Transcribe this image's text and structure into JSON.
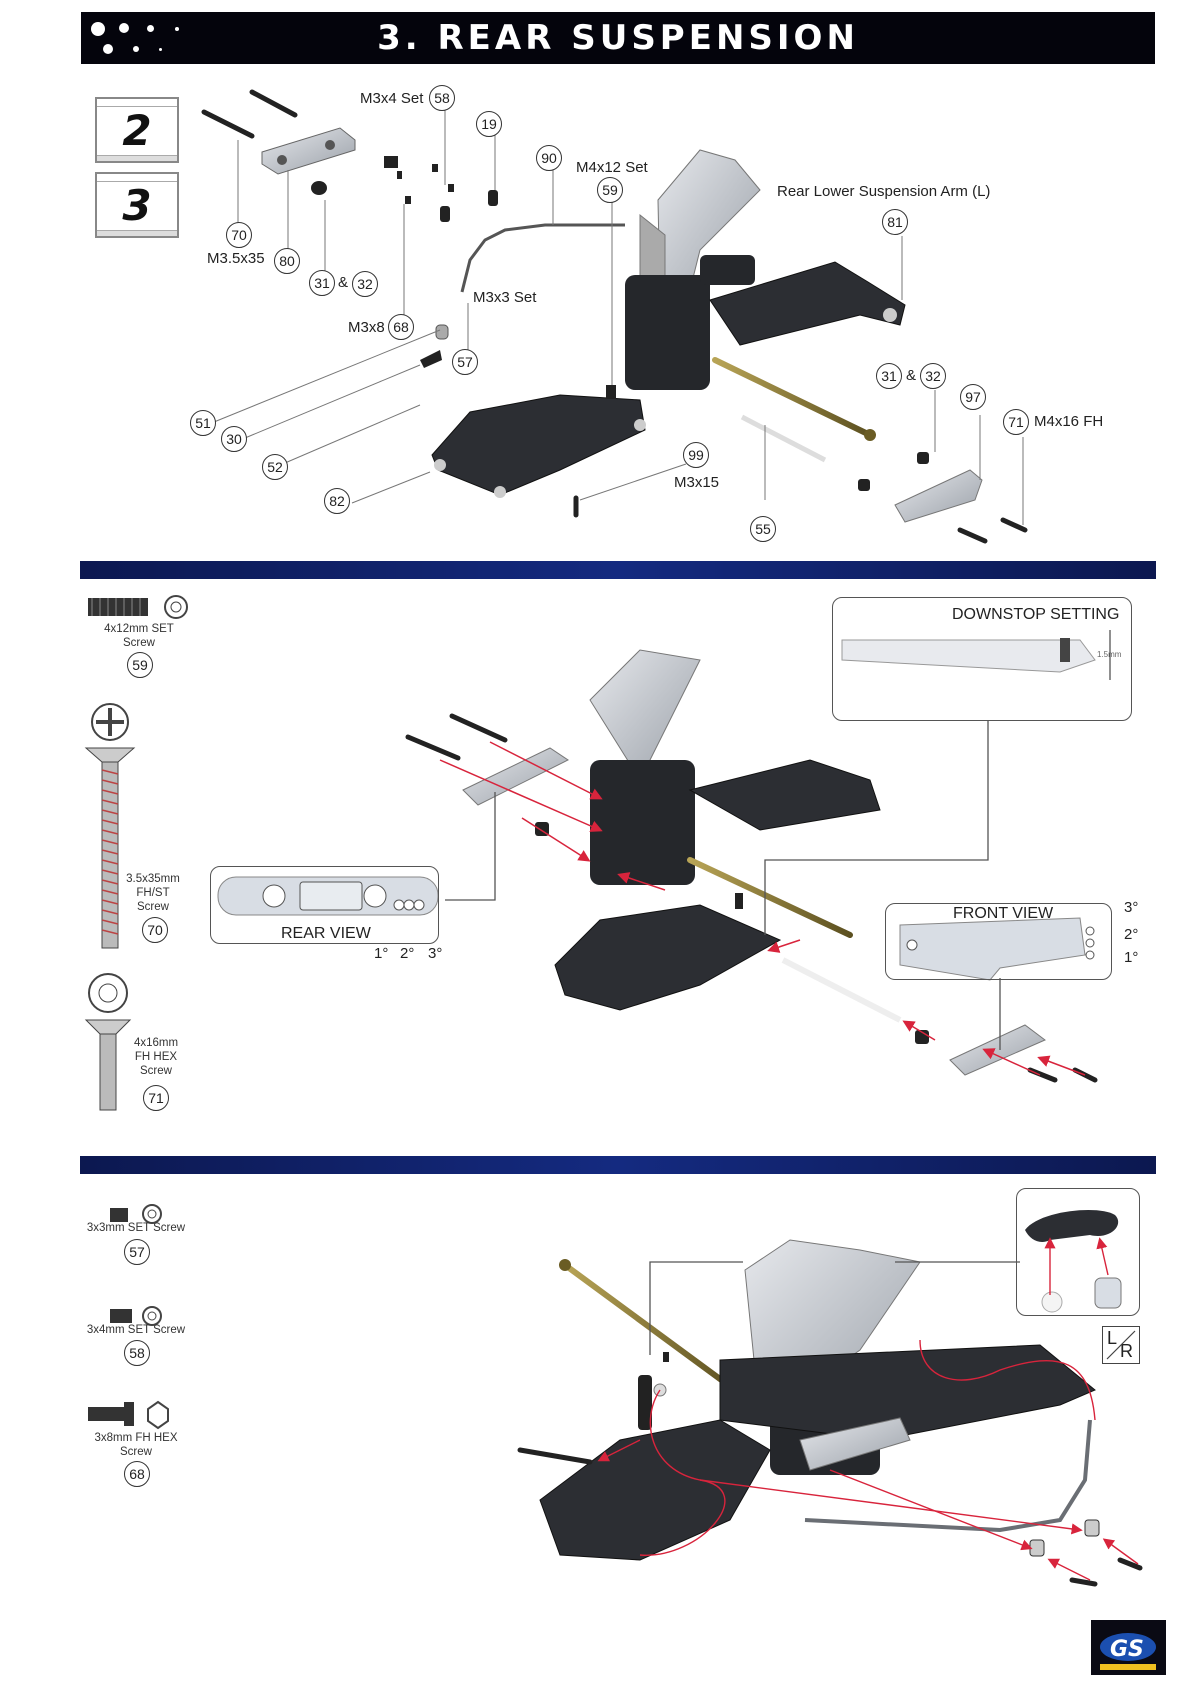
{
  "header": {
    "title": "3. REAR SUSPENSION"
  },
  "step_badges": [
    "2",
    "3"
  ],
  "section1": {
    "callouts": [
      {
        "num": "58",
        "label": "M3x4 Set"
      },
      {
        "num": "19",
        "label": ""
      },
      {
        "num": "90",
        "label": ""
      },
      {
        "num": "59",
        "label": "M4x12 Set"
      },
      {
        "num": "81",
        "label": "Rear Lower Suspension Arm (L)"
      },
      {
        "num": "70",
        "label": "M3.5x35"
      },
      {
        "num": "80",
        "label": ""
      },
      {
        "num": "31",
        "label": ""
      },
      {
        "num": "32",
        "label": ""
      },
      {
        "num": "68",
        "label": "M3x8"
      },
      {
        "num": "57",
        "label": "M3x3 Set"
      },
      {
        "num": "51",
        "label": ""
      },
      {
        "num": "30",
        "label": ""
      },
      {
        "num": "52",
        "label": ""
      },
      {
        "num": "82",
        "label": ""
      },
      {
        "num": "99",
        "label": "M3x15"
      },
      {
        "num": "55",
        "label": ""
      },
      {
        "num": "31",
        "label": ""
      },
      {
        "num": "32",
        "label": ""
      },
      {
        "num": "97",
        "label": ""
      },
      {
        "num": "71",
        "label": "M4x16 FH"
      }
    ],
    "ampersand": "&"
  },
  "section2": {
    "parts": [
      {
        "name": "4x12mm SET Screw",
        "line1": "4x12mm SET",
        "line2": "Screw",
        "num": "59"
      },
      {
        "name": "3.5x35mm FH/ST Screw",
        "line1": "3.5x35mm",
        "line2": "FH/ST",
        "line3": "Screw",
        "num": "70"
      },
      {
        "name": "4x16mm FH HEX Screw",
        "line1": "4x16mm",
        "line2": "FH HEX",
        "line3": "Screw",
        "num": "71"
      }
    ],
    "downstop": {
      "title": "DOWNSTOP SETTING",
      "measure": "1.5mm"
    },
    "rear_view": {
      "title": "REAR VIEW",
      "angles": [
        "1°",
        "2°",
        "3°"
      ]
    },
    "front_view": {
      "title": "FRONT VIEW",
      "angles": [
        "3°",
        "2°",
        "1°"
      ]
    }
  },
  "section3": {
    "parts": [
      {
        "line1": "3x3mm SET Screw",
        "num": "57"
      },
      {
        "line1": "3x4mm SET Screw",
        "num": "58"
      },
      {
        "line1": "3x8mm FH HEX",
        "line2": "Screw",
        "num": "68"
      }
    ],
    "lr_badge": {
      "top": "L",
      "bottom": "R"
    }
  },
  "colors": {
    "header_bg": "#04040c",
    "band": "#142a80",
    "arrow_red": "#d8243c",
    "arm_dark": "#2c2e33",
    "tower_silver": "#c8ccd2",
    "shaft_gold": "#8a7a3c"
  }
}
